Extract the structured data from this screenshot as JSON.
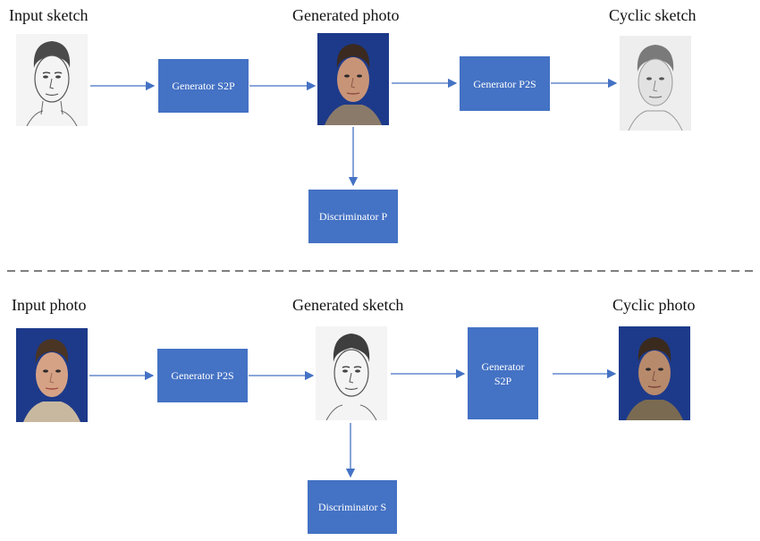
{
  "top": {
    "input_label": "Input sketch",
    "generated_label": "Generated photo",
    "cyclic_label": "Cyclic sketch",
    "gen1": "Generator S2P",
    "gen2": "Generator P2S",
    "disc": "Discriminator P"
  },
  "bottom": {
    "input_label": "Input photo",
    "generated_label": "Generated sketch",
    "cyclic_label": "Cyclic photo",
    "gen1": "Generator P2S",
    "gen2_line1": "Generator",
    "gen2_line2": "S2P",
    "disc": "Discriminator S"
  },
  "colors": {
    "box": "#4472c4",
    "arrow": "#4472c4",
    "divider": "#333333",
    "photo_bg": "#1d3a8a"
  },
  "images": {
    "input_sketch": "pencil-sketch-face",
    "generated_photo": "synthesized-face-photo",
    "cyclic_sketch": "reconstructed-sketch-face",
    "input_photo": "face-photo",
    "generated_sketch": "synthesized-sketch-face",
    "cyclic_photo": "reconstructed-face-photo"
  }
}
